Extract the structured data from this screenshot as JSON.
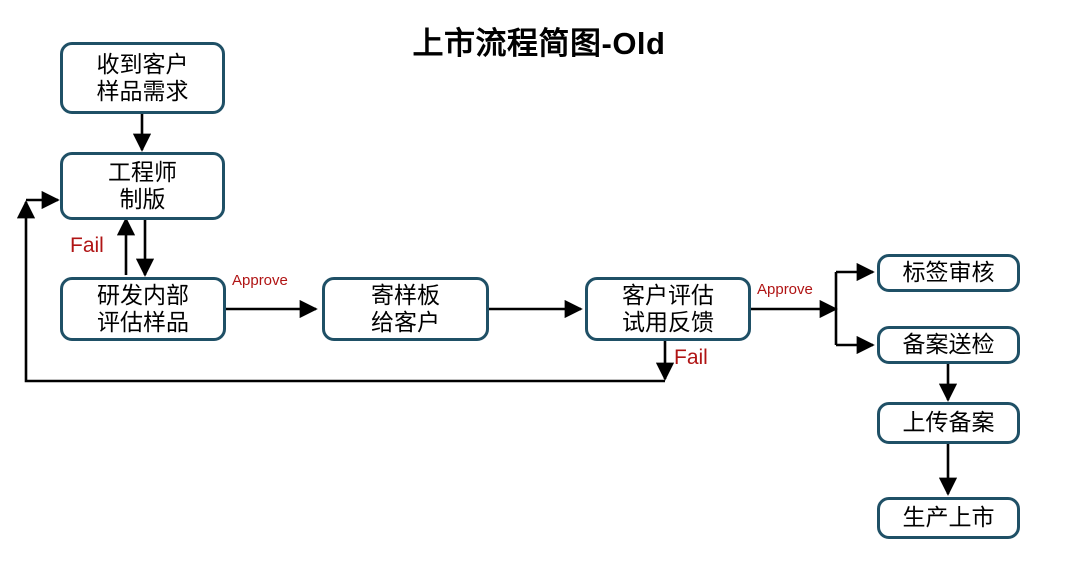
{
  "diagram": {
    "title": "上市流程简图-Old",
    "colors": {
      "node_border": "#1f5066",
      "node_fill": "#ffffff",
      "edge_line": "#000000",
      "label_red": "#b01414",
      "background": "#ffffff"
    },
    "nodes": [
      {
        "id": "receive-request",
        "label": "收到客户\n样品需求"
      },
      {
        "id": "engineer-plate",
        "label": "工程师\n制版"
      },
      {
        "id": "rd-internal-eval",
        "label": "研发内部\n评估样品"
      },
      {
        "id": "send-sample",
        "label": "寄样板\n给客户"
      },
      {
        "id": "customer-eval",
        "label": "客户评估\n试用反馈"
      },
      {
        "id": "label-review",
        "label": "标签审核"
      },
      {
        "id": "filing-inspection",
        "label": "备案送检"
      },
      {
        "id": "upload-filing",
        "label": "上传备案"
      },
      {
        "id": "production-launch",
        "label": "生产上市"
      }
    ],
    "edge_labels": {
      "fail_loop_left": "Fail",
      "approve_to_send": "Approve",
      "approve_to_branch": "Approve",
      "fail_from_customer": "Fail"
    }
  }
}
